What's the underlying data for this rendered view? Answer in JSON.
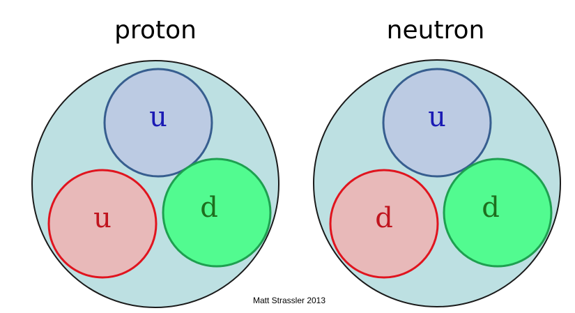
{
  "colors": {
    "nucleon_fill": "#bde0e2",
    "nucleon_stroke": "#1a1a1a",
    "up_fill": "#bccbe3",
    "up_stroke": "#375e8f",
    "up_text": "#1a1ab4",
    "red_fill": "#e8b9b9",
    "red_stroke": "#e0141e",
    "red_text": "#c0141e",
    "green_fill": "#52fb90",
    "green_stroke": "#1ea050",
    "green_text": "#1e6e1e"
  },
  "proton": {
    "title": "proton",
    "quarks": {
      "top": "u",
      "left": "u",
      "right": "d"
    }
  },
  "neutron": {
    "title": "neutron",
    "quarks": {
      "top": "u",
      "left": "d",
      "right": "d"
    }
  },
  "credit": "Matt Strassler 2013"
}
